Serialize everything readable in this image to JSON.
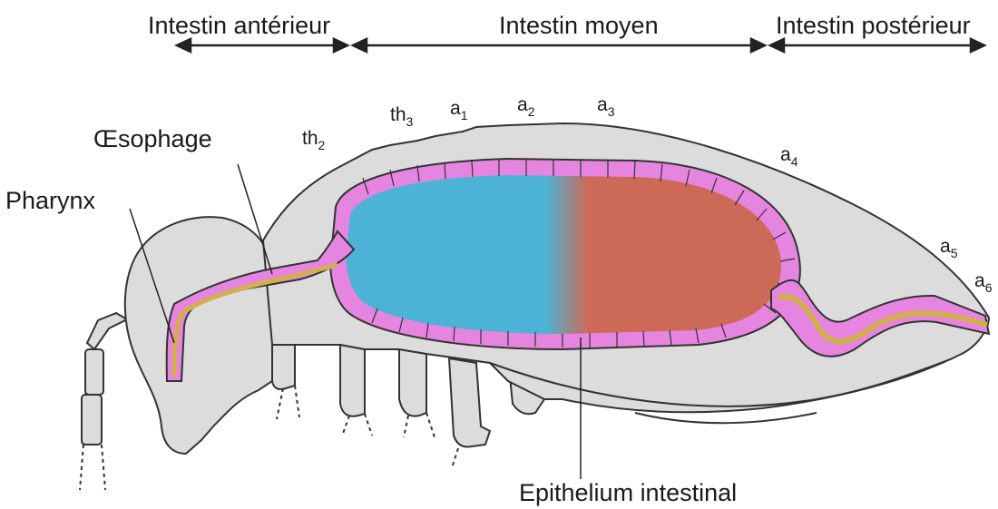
{
  "sections": {
    "anterior": "Intestin antérieur",
    "middle": "Intestin moyen",
    "posterior": "Intestin postérieur"
  },
  "labels": {
    "esophagus": "Œsophage",
    "pharynx": "Pharynx",
    "epithelium": "Epithelium intestinal"
  },
  "segments": [
    {
      "base": "th",
      "sub": "2"
    },
    {
      "base": "th",
      "sub": "3"
    },
    {
      "base": "a",
      "sub": "1"
    },
    {
      "base": "a",
      "sub": "2"
    },
    {
      "base": "a",
      "sub": "3"
    },
    {
      "base": "a",
      "sub": "4"
    },
    {
      "base": "a",
      "sub": "5"
    },
    {
      "base": "a",
      "sub": "6"
    }
  ],
  "colors": {
    "body": "#dcdcdc",
    "epithelium": "#e585e0",
    "stomodeum_lumen": "#d3b04a",
    "midgut_front": "#4cb3d6",
    "midgut_back": "#cd6a57"
  }
}
